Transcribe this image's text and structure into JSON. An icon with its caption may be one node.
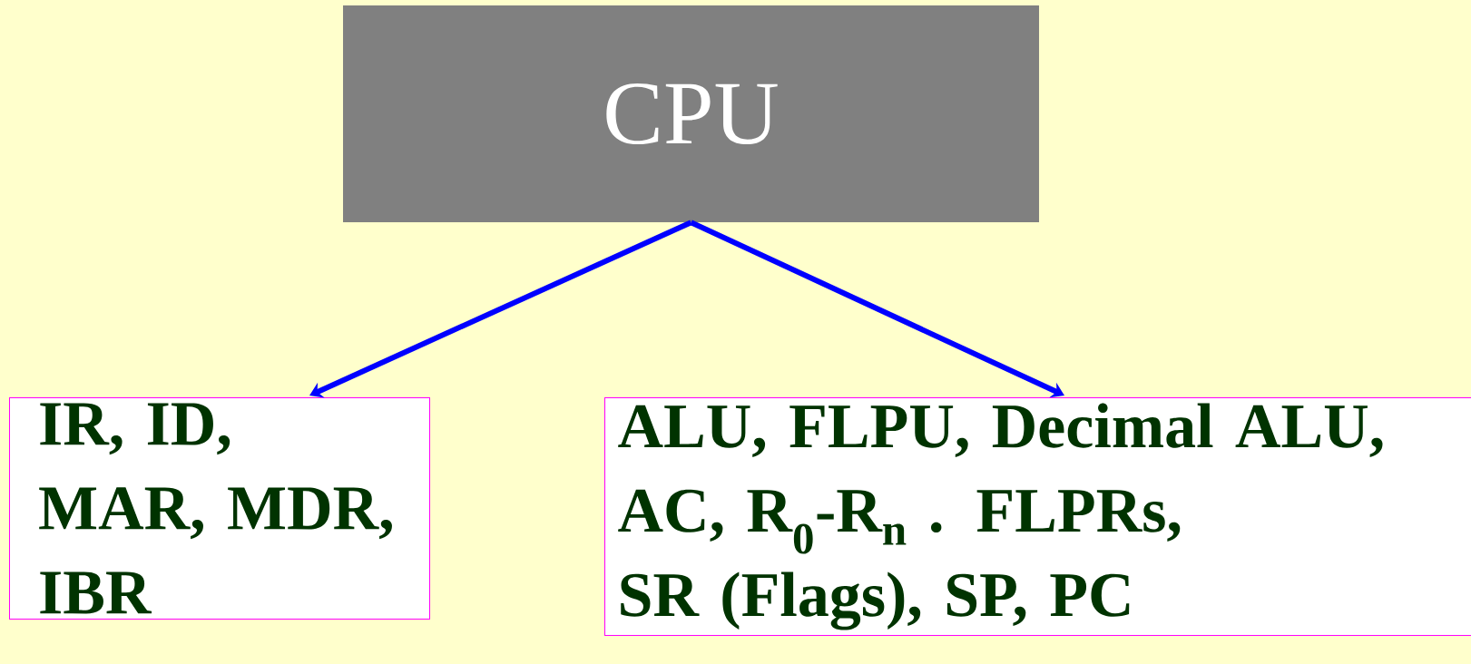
{
  "diagram": {
    "nodes": [
      {
        "text": [
          "CPU"
        ]
      },
      {
        "text": [
          "IR, ID, MAR, MDR, IBR"
        ]
      },
      {
        "text": [
          "ALU, FLPU, Decimal ALU,",
          "AC, R$_{0}$-R$_{n}$ . FLPRs,",
          "SR (Flags), SP, PC"
        ]
      }
    ],
    "edges": [
      {
        "from": 0,
        "to": 1,
        "arrow": "to"
      },
      {
        "from": 0,
        "to": 2,
        "arrow": "to"
      }
    ]
  }
}
